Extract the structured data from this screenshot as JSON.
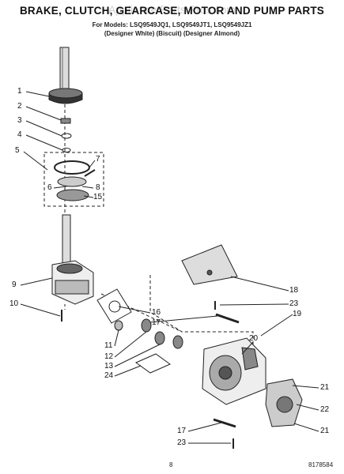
{
  "header": {
    "title": "BRAKE, CLUTCH, GEARCASE, MOTOR AND PUMP PARTS",
    "watermark": "Appliance Parts Pros.com",
    "models_line": "For Models: LSQ9549JQ1, LSQ9549JT1, LSQ9549JZ1",
    "colors_line": "(Designer White)  (Biscuit)  (Designer Almond)"
  },
  "callouts": [
    "1",
    "2",
    "3",
    "4",
    "5",
    "6",
    "7",
    "8",
    "15",
    "9",
    "10",
    "16",
    "17",
    "11",
    "12",
    "13",
    "24",
    "18",
    "23",
    "19",
    "20",
    "21",
    "22",
    "21",
    "17",
    "23"
  ],
  "footer": {
    "page": "8",
    "doc_number": "8178584"
  }
}
